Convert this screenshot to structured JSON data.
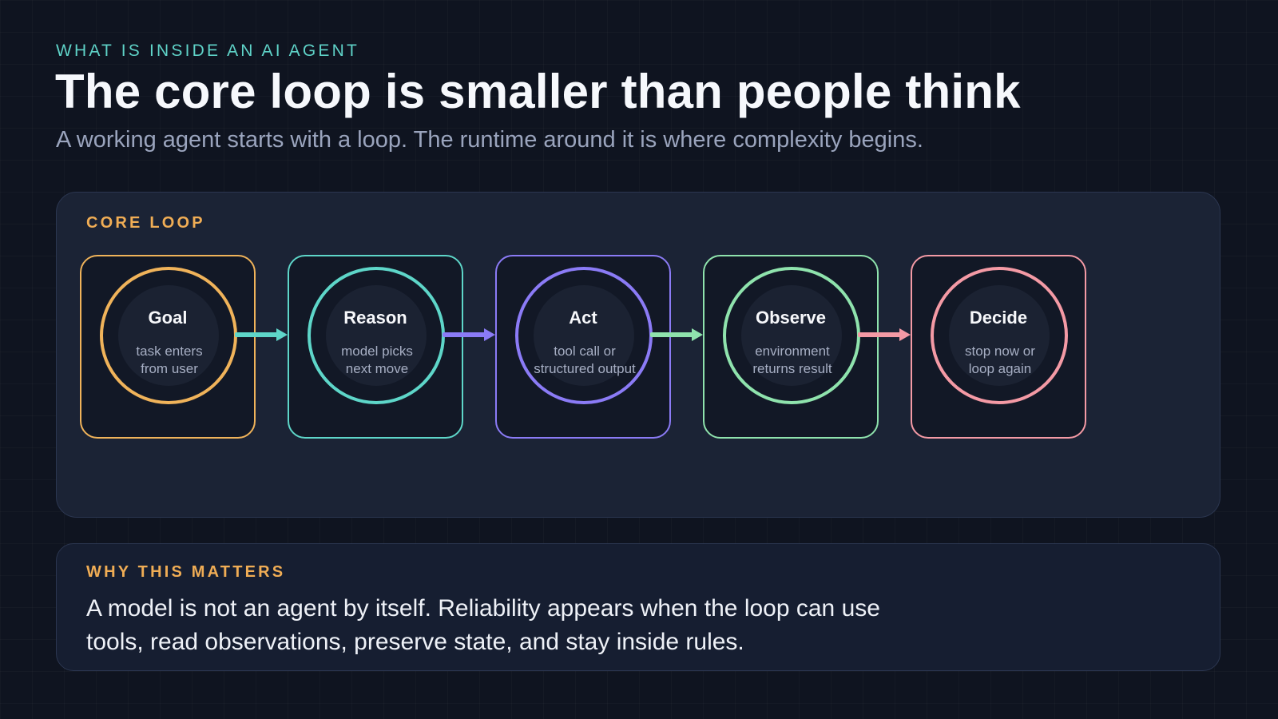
{
  "header": {
    "eyebrow": "WHAT IS INSIDE AN AI AGENT",
    "title": "The core loop is smaller than people think",
    "subtitle": "A working agent starts with a loop. The runtime around it is where complexity begins."
  },
  "core_loop": {
    "label": "CORE LOOP",
    "steps": [
      {
        "title": "Goal",
        "description": "task enters\nfrom user",
        "color": "#f0b35a"
      },
      {
        "title": "Reason",
        "description": "model picks\nnext move",
        "color": "#5ed6c9"
      },
      {
        "title": "Act",
        "description": "tool call or\nstructured output",
        "color": "#8b7bf6"
      },
      {
        "title": "Observe",
        "description": "environment\nreturns result",
        "color": "#8fe3ad"
      },
      {
        "title": "Decide",
        "description": "stop now or\nloop again",
        "color": "#f49aa5"
      }
    ],
    "arrows": [
      {
        "from": "Goal",
        "to": "Reason",
        "color": "#5ed6c9"
      },
      {
        "from": "Reason",
        "to": "Act",
        "color": "#8b7bf6"
      },
      {
        "from": "Act",
        "to": "Observe",
        "color": "#8fe3ad"
      },
      {
        "from": "Observe",
        "to": "Decide",
        "color": "#f49aa5"
      }
    ]
  },
  "why_matters": {
    "label": "WHY THIS MATTERS",
    "body": "A model is not an agent by itself. Reliability appears when the loop can use tools, read observations, preserve state, and stay inside rules."
  }
}
